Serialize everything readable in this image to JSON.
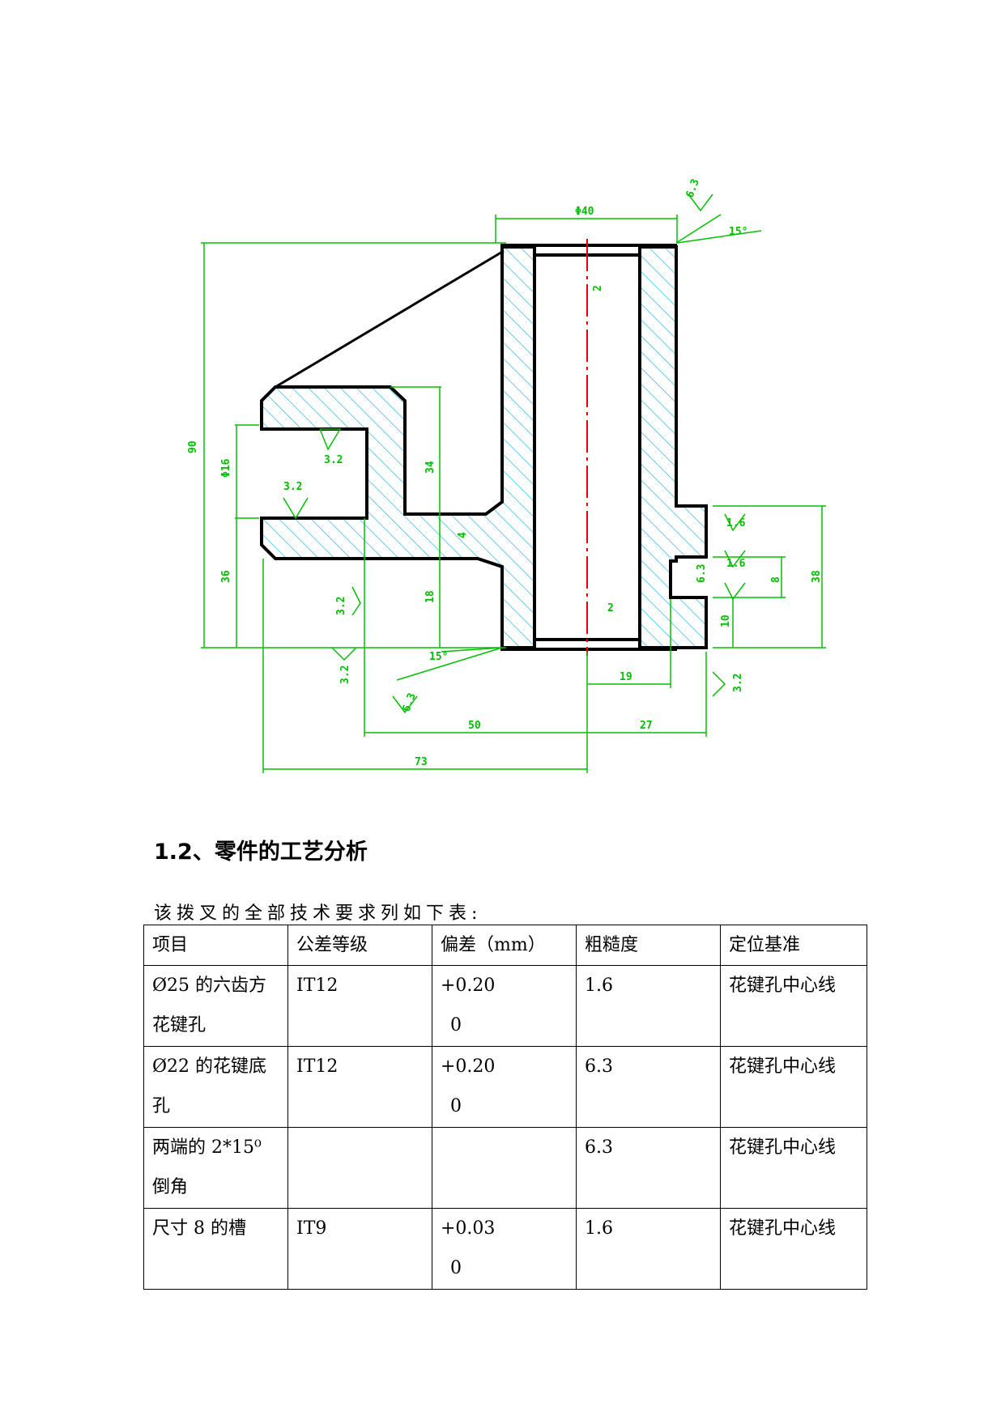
{
  "drawing": {
    "dimensions": {
      "top_dia": "Φ40",
      "surface_top": "6.3",
      "chamfer_top": "15°",
      "chamfer_len_top": "2",
      "height_total": "90",
      "fork_width": "Φ16",
      "rough_fork_a": "3.2",
      "rough_fork_b": "3.2",
      "fork_height": "34",
      "fork_thick": "4",
      "base_left": "36",
      "mid_height": "18",
      "rough_left_1": "3.2",
      "rough_left_2": "3.2",
      "chamfer_bottom": "15°",
      "surface_bottom": "6.3",
      "chamfer_len_bottom": "2",
      "rough_right_1": "1.6",
      "rough_right_2": "1.6",
      "slot_rough": "6.3",
      "slot_width": "8",
      "right_height": "38",
      "slot_bottom": "10",
      "rough_right_3": "3.2",
      "bottom_19": "19",
      "bottom_50": "50",
      "bottom_27": "27",
      "bottom_73": "73"
    }
  },
  "section": {
    "heading": "1.2、零件的工艺分析",
    "intro": "该拨叉的全部技术要求列如下表:"
  },
  "table": {
    "headers": [
      "项目",
      "公差等级",
      "偏差（mm）",
      "粗糙度",
      "定位基准"
    ],
    "rows": [
      {
        "item": "Ø25 的六齿方花键孔",
        "tol": "IT12",
        "dev1": "+0.20",
        "dev2": "0",
        "rough": "1.6",
        "datum": "花键孔中心线"
      },
      {
        "item": "Ø22 的花键底孔",
        "tol": "IT12",
        "dev1": "+0.20",
        "dev2": "0",
        "rough": "6.3",
        "datum": "花键孔中心线"
      },
      {
        "item": "两端的 2*15⁰ 倒角",
        "tol": "",
        "dev1": "",
        "dev2": "",
        "rough": "6.3",
        "datum": "花键孔中心线"
      },
      {
        "item": "尺寸 8 的槽",
        "tol": "IT9",
        "dev1": "+0.03",
        "dev2": "0",
        "rough": "1.6",
        "datum": "花键孔中心线"
      }
    ]
  },
  "colors": {
    "outline": "#000000",
    "dimension": "#00c000",
    "hatch": "#33bbee",
    "centerline": "#e00000"
  }
}
